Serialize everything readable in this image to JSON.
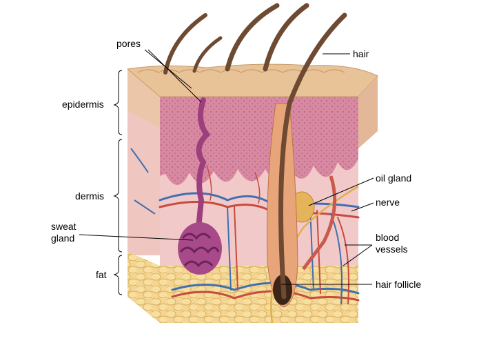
{
  "labels": {
    "pores": "pores",
    "hair": "hair",
    "epidermis": "epidermis",
    "dermis": "dermis",
    "sweat_gland": "sweat\ngland",
    "fat": "fat",
    "oil_gland": "oil gland",
    "nerve": "nerve",
    "blood_vessels": "blood\nvessels",
    "hair_follicle": "hair follicle"
  },
  "colors": {
    "epidermis_surface": "#e8c398",
    "epidermis_layer": "#d98fa6",
    "dermis": "#f2c9c9",
    "fat": "#f4d38a",
    "sweat_gland": "#9c3f7c",
    "hair": "#6e4a32",
    "artery": "#c64a3d",
    "vein": "#3f6fb0",
    "nerve": "#e0b04a"
  }
}
